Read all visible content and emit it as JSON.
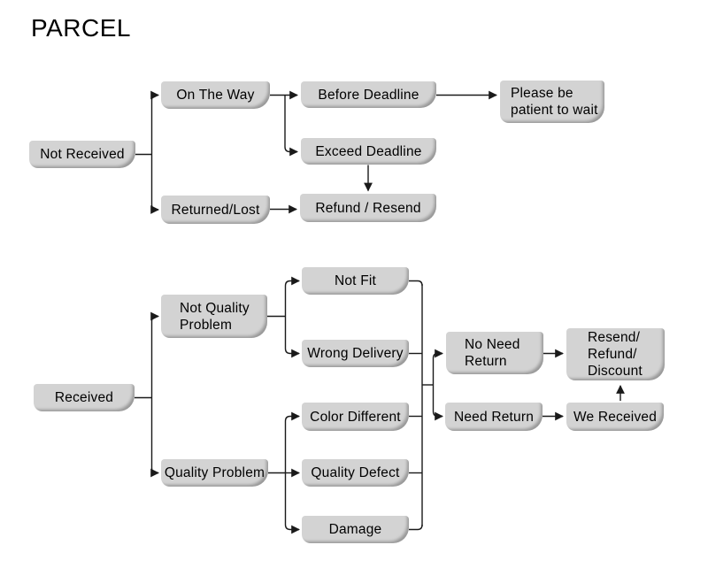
{
  "title": "PARCEL",
  "colors": {
    "background": "#ffffff",
    "node_fill": "#d3d3d3",
    "text": "#000000",
    "line": "#1a1a1a"
  },
  "nodes": {
    "not_received": {
      "label": "Not Received"
    },
    "on_the_way": {
      "label": "On The Way"
    },
    "before_deadline": {
      "label": "Before Deadline"
    },
    "please_wait": {
      "label": "Please be\npatient to wait"
    },
    "exceed_deadline": {
      "label": "Exceed Deadline"
    },
    "returned_lost": {
      "label": "Returned/Lost"
    },
    "refund_resend": {
      "label": "Refund / Resend"
    },
    "received": {
      "label": "Received"
    },
    "not_quality_problem": {
      "label": "Not Quality\nProblem"
    },
    "quality_problem": {
      "label": "Quality Problem"
    },
    "not_fit": {
      "label": "Not Fit"
    },
    "wrong_delivery": {
      "label": "Wrong Delivery"
    },
    "color_different": {
      "label": "Color Different"
    },
    "quality_defect": {
      "label": "Quality Defect"
    },
    "damage": {
      "label": "Damage"
    },
    "no_need_return": {
      "label": "No Need\nReturn"
    },
    "need_return": {
      "label": "Need Return"
    },
    "resend_refund_discount": {
      "label": "Resend/\nRefund/\nDiscount"
    },
    "we_received": {
      "label": "We Received"
    }
  },
  "edges": [
    {
      "from": "not_received",
      "to": "on_the_way"
    },
    {
      "from": "not_received",
      "to": "returned_lost"
    },
    {
      "from": "on_the_way",
      "to": "before_deadline"
    },
    {
      "from": "on_the_way",
      "to": "exceed_deadline"
    },
    {
      "from": "before_deadline",
      "to": "please_wait"
    },
    {
      "from": "exceed_deadline",
      "to": "refund_resend"
    },
    {
      "from": "returned_lost",
      "to": "refund_resend"
    },
    {
      "from": "received",
      "to": "not_quality_problem"
    },
    {
      "from": "received",
      "to": "quality_problem"
    },
    {
      "from": "not_quality_problem",
      "to": "not_fit"
    },
    {
      "from": "not_quality_problem",
      "to": "wrong_delivery"
    },
    {
      "from": "quality_problem",
      "to": "color_different"
    },
    {
      "from": "quality_problem",
      "to": "quality_defect"
    },
    {
      "from": "quality_problem",
      "to": "damage"
    },
    {
      "from": "not_fit",
      "to": "return_decision"
    },
    {
      "from": "wrong_delivery",
      "to": "return_decision"
    },
    {
      "from": "color_different",
      "to": "return_decision"
    },
    {
      "from": "quality_defect",
      "to": "return_decision"
    },
    {
      "from": "damage",
      "to": "return_decision"
    },
    {
      "from": "return_decision",
      "to": "no_need_return"
    },
    {
      "from": "return_decision",
      "to": "need_return"
    },
    {
      "from": "no_need_return",
      "to": "resend_refund_discount"
    },
    {
      "from": "need_return",
      "to": "we_received"
    },
    {
      "from": "we_received",
      "to": "resend_refund_discount"
    }
  ]
}
